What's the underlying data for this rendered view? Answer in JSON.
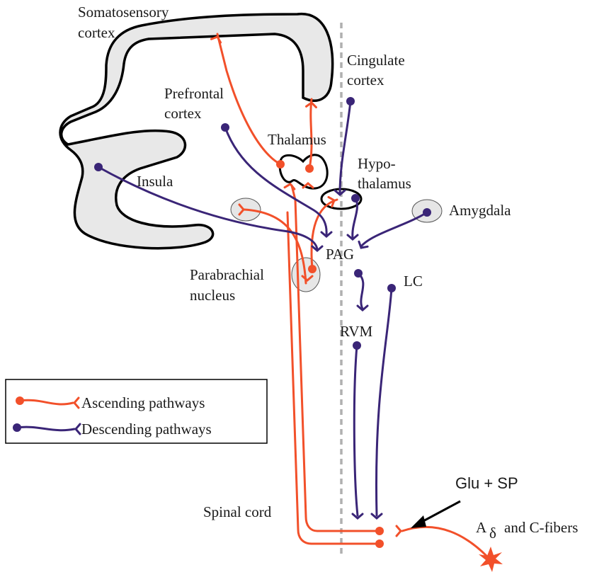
{
  "labels": {
    "somatosensory_line1": "Somatosensory",
    "somatosensory_line2": "cortex",
    "cingulate_line1": "Cingulate",
    "cingulate_line2": "cortex",
    "prefrontal_line1": "Prefrontal",
    "prefrontal_line2": "cortex",
    "thalamus": "Thalamus",
    "hypo_line1": "Hypo-",
    "hypo_line2": "thalamus",
    "insula": "Insula",
    "amygdala": "Amygdala",
    "pag": "PAG",
    "parabrachial_line1": "Parabrachial",
    "parabrachial_line2": "nucleus",
    "lc": "LC",
    "rvm": "RVM",
    "spinal_cord": "Spinal cord",
    "glu_sp": "Glu + SP",
    "fibers_prefix": "A",
    "fibers_delta": "δ",
    "fibers_suffix": "and C-fibers"
  },
  "legend": {
    "ascending": "Ascending pathways",
    "descending": "Descending pathways"
  },
  "colors": {
    "ascending": "#f2502a",
    "descending": "#3a2577",
    "cortex_fill": "#e8e8e8",
    "midline": "#b0b0b0"
  }
}
